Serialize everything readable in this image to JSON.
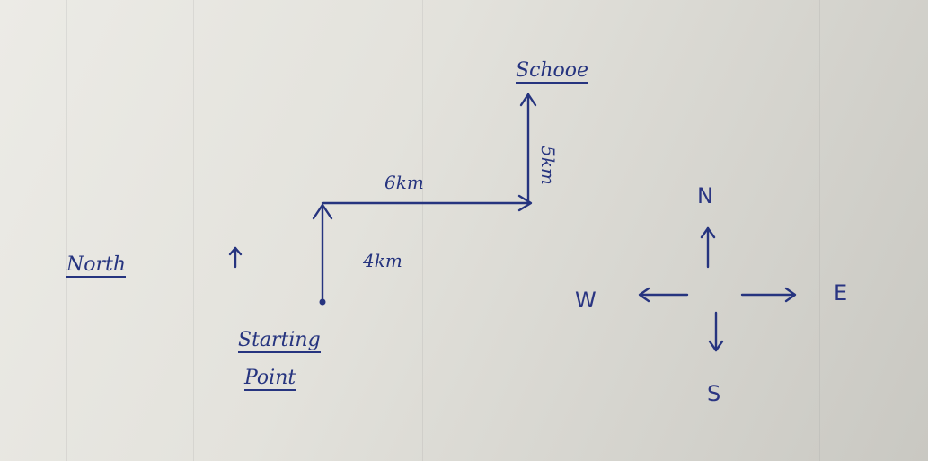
{
  "diagram": {
    "ink_color": "#26347f",
    "legend_label": "North",
    "start_label_line1": "Starting",
    "start_label_line2": "Point",
    "destination_label": "Schooe",
    "segment_1_label": "4km",
    "segment_2_label": "6km",
    "segment_3_label": "5km",
    "compass": {
      "north": "N",
      "south": "S",
      "east": "E",
      "west": "W"
    }
  }
}
